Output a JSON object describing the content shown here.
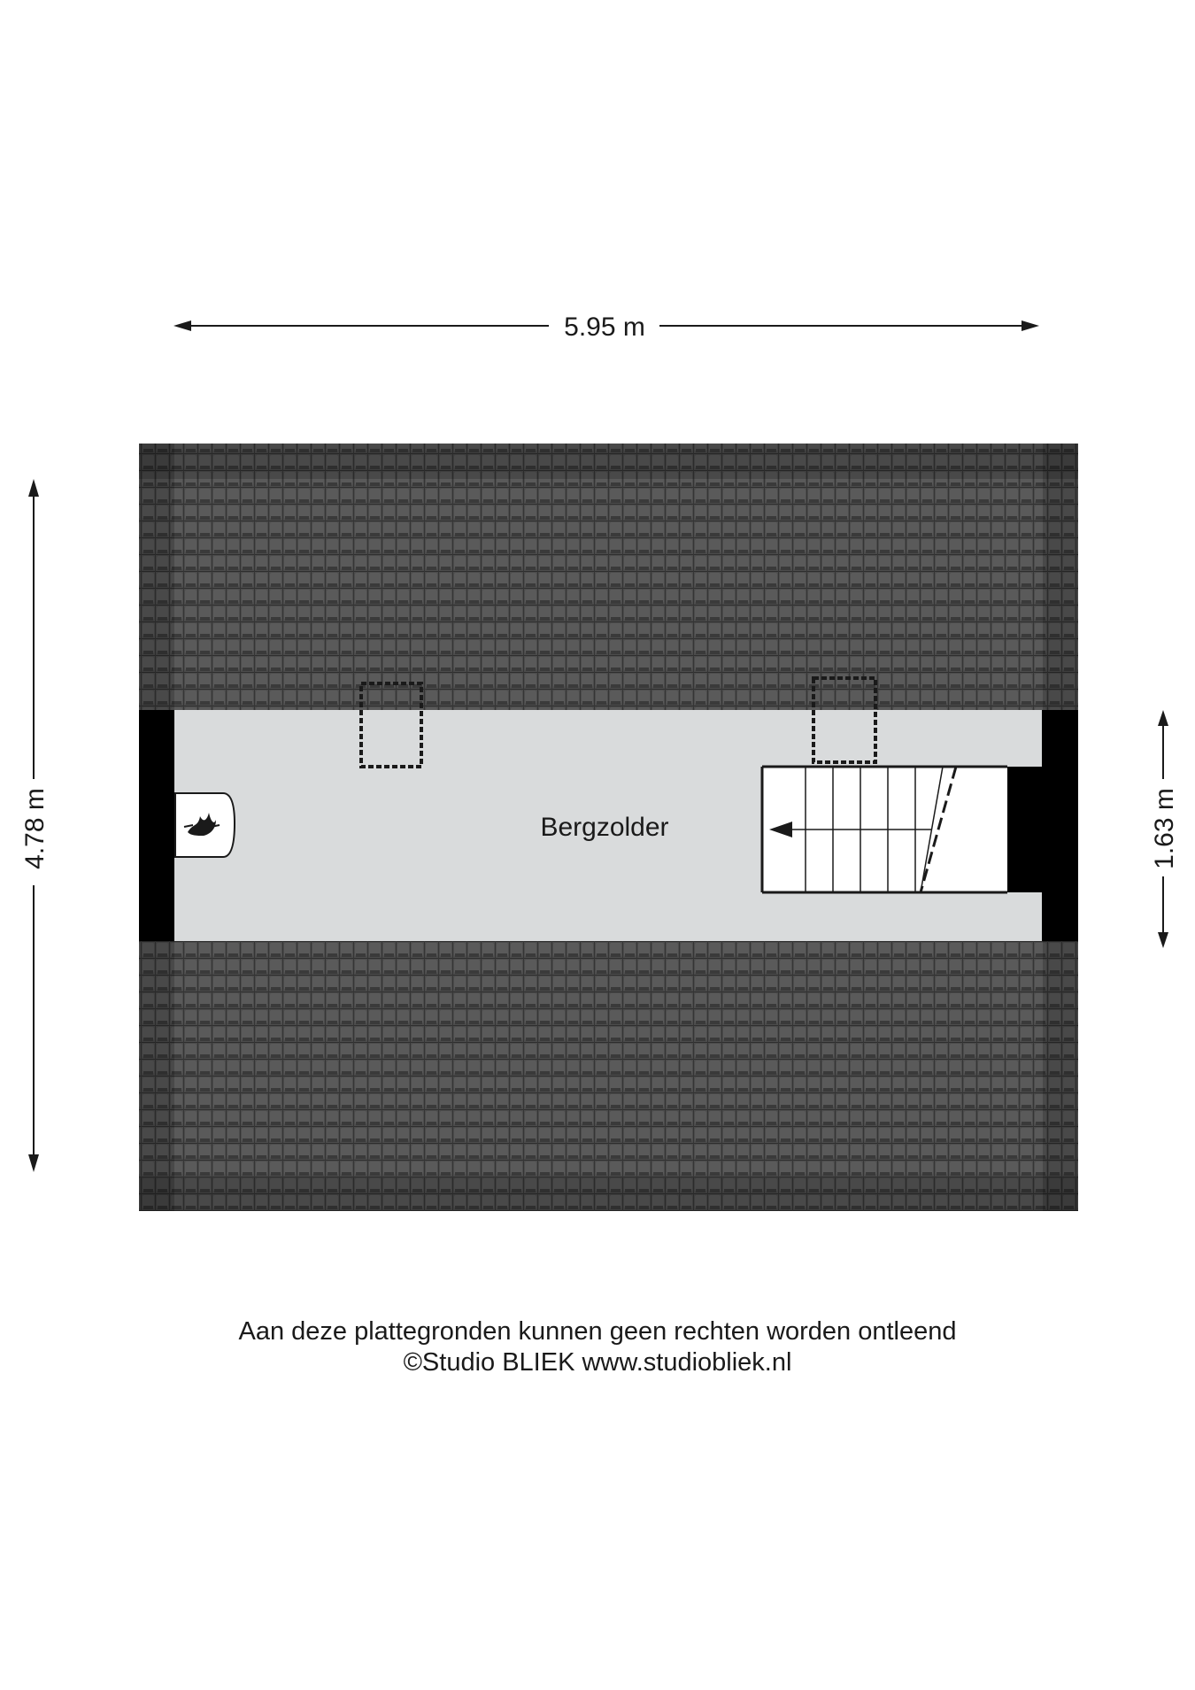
{
  "dimensions": {
    "width_label": "5.95 m",
    "height_label": "4.78 m",
    "room_depth_label": "1.63 m"
  },
  "rooms": {
    "main_label": "Bergzolder"
  },
  "footer": {
    "disclaimer": "Aan deze plattegronden kunnen geen rechten worden ontleend",
    "credit": "©Studio BLIEK www.studiobliek.nl"
  },
  "colors": {
    "roof_tile": "#4a4a4a",
    "roof_edge": "#2a2a2a",
    "floor": "#d9dbdc",
    "wall": "#000000"
  },
  "icons": {
    "heater": "flame-icon",
    "stair_direction": "arrow-left-icon"
  }
}
